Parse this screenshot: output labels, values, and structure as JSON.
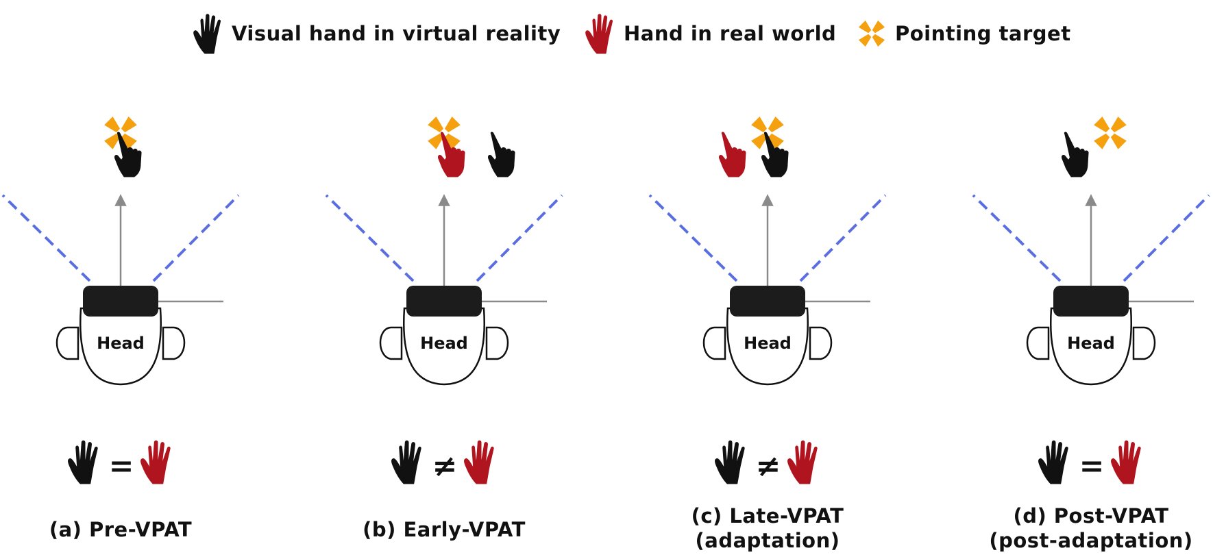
{
  "legend": {
    "virtual_hand": "Visual hand in virtual reality",
    "real_hand": "Hand in real world",
    "target": "Pointing target"
  },
  "colors": {
    "virtual_hand": "#111111",
    "real_hand": "#b0141e",
    "target": "#f5a10f",
    "fov_line": "#5b6ee1",
    "arrow": "#8a8a8a",
    "headset": "#1c1c1c"
  },
  "head_label": "Head",
  "panels": [
    {
      "id": "a",
      "caption_line1": "(a) Pre-VPAT",
      "caption_line2": "",
      "relation": "=",
      "hands": [
        {
          "kind": "virtual",
          "at_target": true
        }
      ]
    },
    {
      "id": "b",
      "caption_line1": "(b) Early-VPAT",
      "caption_line2": "",
      "relation": "≠",
      "hands": [
        {
          "kind": "real",
          "at_target": true
        },
        {
          "kind": "virtual",
          "offset": "right"
        }
      ]
    },
    {
      "id": "c",
      "caption_line1": "(c) Late-VPAT",
      "caption_line2": "(adaptation)",
      "relation": "≠",
      "hands": [
        {
          "kind": "real",
          "offset": "left"
        },
        {
          "kind": "virtual",
          "at_target": true
        }
      ]
    },
    {
      "id": "d",
      "caption_line1": "(d) Post-VPAT",
      "caption_line2": "(post-adaptation)",
      "relation": "=",
      "hands": [
        {
          "kind": "virtual",
          "offset": "left"
        }
      ]
    }
  ]
}
